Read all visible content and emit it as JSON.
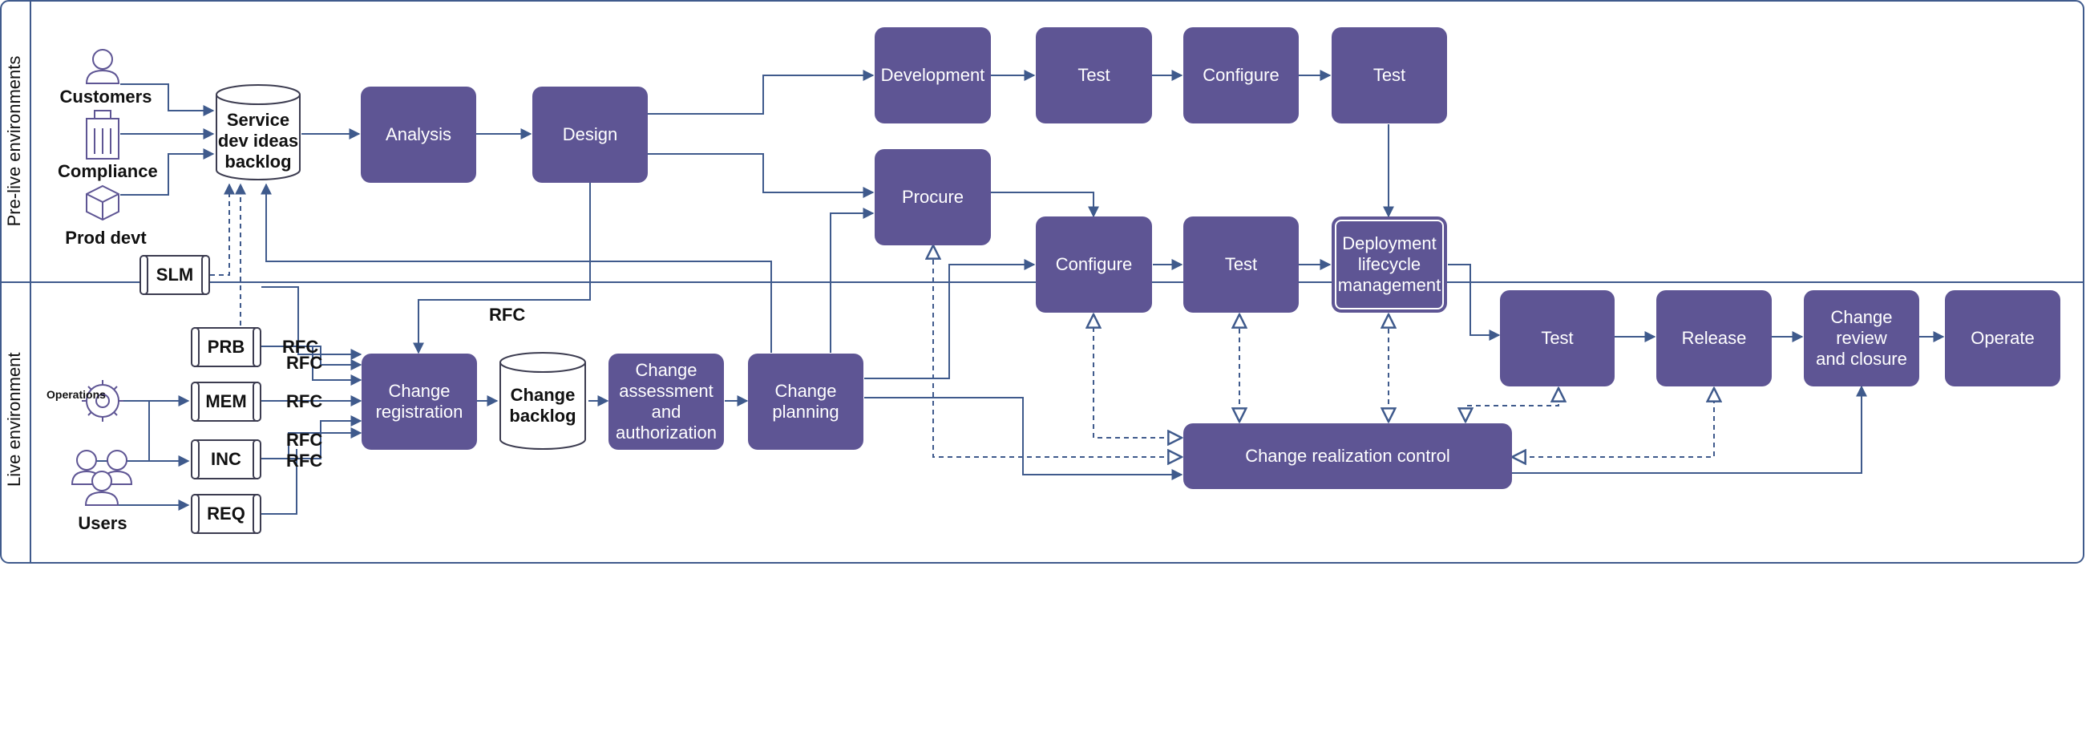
{
  "lanes": {
    "pre_live": "Pre-live environments",
    "live": "Live environment"
  },
  "sources": {
    "customers": "Customers",
    "compliance": "Compliance",
    "prod_devt": "Prod devt",
    "operations": "Operations",
    "users": "Users"
  },
  "stores": {
    "service_backlog": "Service\ndev ideas\nbacklog",
    "change_backlog": "Change\nbacklog"
  },
  "records": {
    "slm": "SLM",
    "prb": "PRB",
    "mem": "MEM",
    "inc": "INC",
    "req": "REQ"
  },
  "rfc_label": "RFC",
  "steps": {
    "analysis": "Analysis",
    "design": "Design",
    "development": "Development",
    "test_1": "Test",
    "configure_1": "Configure",
    "test_2": "Test",
    "procure": "Procure",
    "configure_2": "Configure",
    "test_3": "Test",
    "deployment": "Deployment\nlifecycle\nmanagement",
    "change_registration": "Change\nregistration",
    "change_assessment": "Change\nassessment\nand\nauthorization",
    "change_planning": "Change\nplanning",
    "test_4": "Test",
    "release": "Release",
    "change_review": "Change\nreview\nand closure",
    "operate": "Operate",
    "change_realization": "Change realization control"
  },
  "colors": {
    "box_fill": "#5e5594",
    "line": "#3f5a8c",
    "frame": "#3f5a8c"
  },
  "icons": {
    "customers": "person-icon",
    "compliance": "building-icon",
    "prod_devt": "cube-icon",
    "operations": "gear-icon",
    "users": "users-icon"
  }
}
